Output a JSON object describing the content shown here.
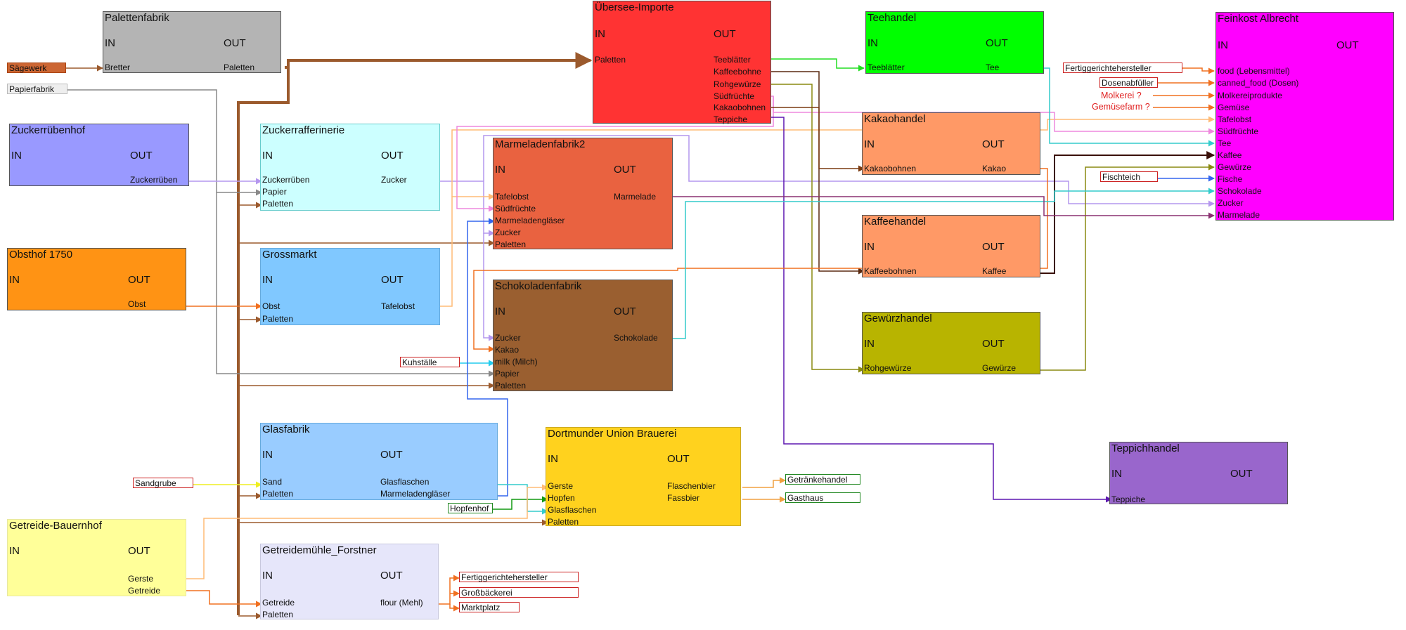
{
  "in_label": "IN",
  "out_label": "OUT",
  "nodes": {
    "palettenfabrik": {
      "title": "Palettenfabrik",
      "color": "#b4b4b4",
      "inputs": [
        "Bretter"
      ],
      "outputs": [
        "Paletten"
      ]
    },
    "uebersee": {
      "title": "Übersee-Importe",
      "color": "#ff3333",
      "inputs": [
        "Paletten"
      ],
      "outputs": [
        "Teeblätter",
        "Kaffeebohne",
        "Rohgewürze",
        "Südfrüchte",
        "Kakaobohnen",
        "Teppiche"
      ]
    },
    "teehandel": {
      "title": "Teehandel",
      "color": "#00ff00",
      "inputs": [
        "Teeblätter"
      ],
      "outputs": [
        "Tee"
      ]
    },
    "feinkost": {
      "title": "Feinkost Albrecht",
      "color": "#ff00ff",
      "inputs": [
        "food (Lebensmittel)",
        "canned_food (Dosen)",
        "Molkereiprodukte",
        "Gemüse",
        "Tafelobst",
        "Südfrüchte",
        "Tee",
        "Kaffee",
        "Gewürze",
        "Fische",
        "Schokolade",
        "Zucker",
        "Marmelade"
      ],
      "outputs": []
    },
    "zuckerruebenhof": {
      "title": "Zuckerrübenhof",
      "color": "#9999ff",
      "inputs": [],
      "outputs": [
        "Zuckerrüben"
      ]
    },
    "zuckerraffinerie": {
      "title": "Zuckerrafferinerie",
      "color": "#ccffff",
      "inputs": [
        "Zuckerrüben",
        "Papier",
        "Paletten"
      ],
      "outputs": [
        "Zucker"
      ]
    },
    "marmeladenfabrik": {
      "title": "Marmeladenfabrik2",
      "color": "#e96240",
      "inputs": [
        "Tafelobst",
        "Südfrüchte",
        "Marmeladengläser",
        "Zucker",
        "Paletten"
      ],
      "outputs": [
        "Marmelade"
      ]
    },
    "kakaohandel": {
      "title": "Kakaohandel",
      "color": "#ff9966",
      "inputs": [
        "Kakaobohnen"
      ],
      "outputs": [
        "Kakao"
      ]
    },
    "obsthof": {
      "title": "Obsthof 1750",
      "color": "#ff9314",
      "inputs": [],
      "outputs": [
        "Obst"
      ]
    },
    "grossmarkt": {
      "title": "Grossmarkt",
      "color": "#80c8ff",
      "inputs": [
        "Obst",
        "Paletten"
      ],
      "outputs": [
        "Tafelobst"
      ]
    },
    "kaffeehandel": {
      "title": "Kaffeehandel",
      "color": "#ff9966",
      "inputs": [
        "Kaffeebohnen"
      ],
      "outputs": [
        "Kaffee"
      ]
    },
    "schokoladenfabrik": {
      "title": "Schokoladenfabrik",
      "color": "#9a5f30",
      "inputs": [
        "Zucker",
        "Kakao",
        "milk (Milch)",
        "Papier",
        "Paletten"
      ],
      "outputs": [
        "Schokolade"
      ]
    },
    "gewuerzhandel": {
      "title": "Gewürzhandel",
      "color": "#b8b400",
      "inputs": [
        "Rohgewürze"
      ],
      "outputs": [
        "Gewürze"
      ]
    },
    "glasfabrik": {
      "title": "Glasfabrik",
      "color": "#99ccff",
      "inputs": [
        "Sand",
        "Paletten"
      ],
      "outputs": [
        "Glasflaschen",
        "Marmeladengläser"
      ]
    },
    "brauerei": {
      "title": "Dortmunder Union Brauerei",
      "color": "#ffd21e",
      "inputs": [
        "Gerste",
        "Hopfen",
        "Glasflaschen",
        "Paletten"
      ],
      "outputs": [
        "Flaschenbier",
        "Fassbier"
      ]
    },
    "teppichhandel": {
      "title": "Teppichhandel",
      "color": "#9966cc",
      "inputs": [
        "Teppiche"
      ],
      "outputs": []
    },
    "getreidehof": {
      "title": "Getreide-Bauernhof",
      "color": "#ffff99",
      "inputs": [],
      "outputs": [
        "Gerste",
        "Getreide"
      ]
    },
    "getreidemuehle": {
      "title": "Getreidemühle_Forstner",
      "color": "#e6e6fa",
      "inputs": [
        "Getreide",
        "Paletten"
      ],
      "outputs": [
        "flour (Mehl)"
      ]
    }
  },
  "sources": {
    "saegewerk": "Sägewerk",
    "papierfabrik": "Papierfabrik",
    "fertig1": "Fertiggerichtehersteller",
    "dosen": "Dosenabfüller",
    "fischteich": "Fischteich",
    "kuhstaelle": "Kuhställe",
    "sandgrube": "Sandgrube",
    "hopfenhof": "Hopfenhof",
    "getraenke": "Getränkehandel",
    "gasthaus": "Gasthaus",
    "fertig2": "Fertiggerichtehersteller",
    "grossbaecker": "Großbäckerei",
    "marktplatz": "Marktplatz"
  },
  "plain_labels": {
    "molkerei": "Molkerei ?",
    "gemuesefarm": "Gemüsefarm ?"
  }
}
